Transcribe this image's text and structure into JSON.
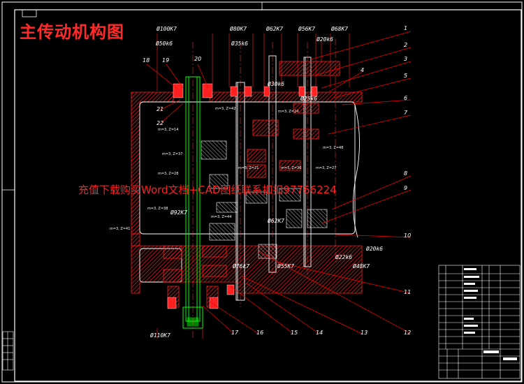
{
  "title": "主传动机构图",
  "watermark": "充值下载购买Word文档+CAD图纸联系扣扣97766224",
  "dimensions": [
    {
      "id": "d1",
      "text": "Ø100K7"
    },
    {
      "id": "d2",
      "text": "Ø50k6"
    },
    {
      "id": "d3",
      "text": "Ø80K7"
    },
    {
      "id": "d4",
      "text": "Ø35k6"
    },
    {
      "id": "d5",
      "text": "Ø62K7"
    },
    {
      "id": "d6",
      "text": "Ø56K7"
    },
    {
      "id": "d7",
      "text": "Ø68K7"
    },
    {
      "id": "d8",
      "text": "Ø20k6"
    },
    {
      "id": "d9",
      "text": "Ø30k6"
    },
    {
      "id": "d10",
      "text": "Ø25k6"
    },
    {
      "id": "d11",
      "text": "Ø92K7"
    },
    {
      "id": "d12",
      "text": "Ø62K7"
    },
    {
      "id": "d13",
      "text": "Ø20k6"
    },
    {
      "id": "d14",
      "text": "Ø22k6"
    },
    {
      "id": "d15",
      "text": "Ø48K7"
    },
    {
      "id": "d16",
      "text": "Ø55K7"
    },
    {
      "id": "d17",
      "text": "Ø76k7"
    },
    {
      "id": "d18",
      "text": "Ø110K7"
    }
  ],
  "part_numbers": [
    "1",
    "2",
    "3",
    "4",
    "5",
    "6",
    "7",
    "8",
    "9",
    "10",
    "11",
    "12",
    "13",
    "14",
    "15",
    "16",
    "17",
    "18",
    "19",
    "20",
    "21",
    "22"
  ],
  "gear_labels": [
    "m=3, Z=42",
    "m=3, Z=14",
    "m=3, Z=24",
    "m=3, Z=37",
    "m=3, Z=28",
    "m=3, Z=21",
    "m=3, Z=30",
    "m=3, Z=27",
    "m=3, Z=48",
    "m=3, Z=38",
    "m=3, Z=41",
    "m=3, Z=44"
  ],
  "colors": {
    "background": "#000000",
    "frame": "#ffffff",
    "housing": "#ff2020",
    "shaft": "#00ff00",
    "gear": "#ff2020",
    "leader": "#ff0000",
    "title": "#ff2a2a",
    "centerline": "#ff4040"
  }
}
